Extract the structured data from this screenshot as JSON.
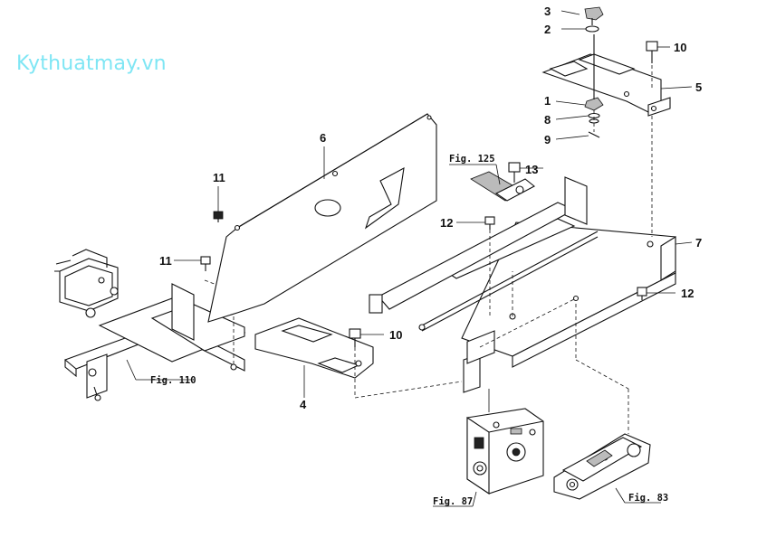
{
  "watermark": "Kythuatmay.vn",
  "callouts": {
    "c1": "1",
    "c2": "2",
    "c3": "3",
    "c4": "4",
    "c5": "5",
    "c6": "6",
    "c7": "7",
    "c8": "8",
    "c9": "9",
    "c10a": "10",
    "c10b": "10",
    "c11a": "11",
    "c11b": "11",
    "c12a": "12",
    "c12b": "12",
    "c13": "13"
  },
  "figure_refs": {
    "fig125": "Fig. 125",
    "fig110": "Fig. 110",
    "fig87": "Fig. 87",
    "fig83": "Fig. 83"
  }
}
